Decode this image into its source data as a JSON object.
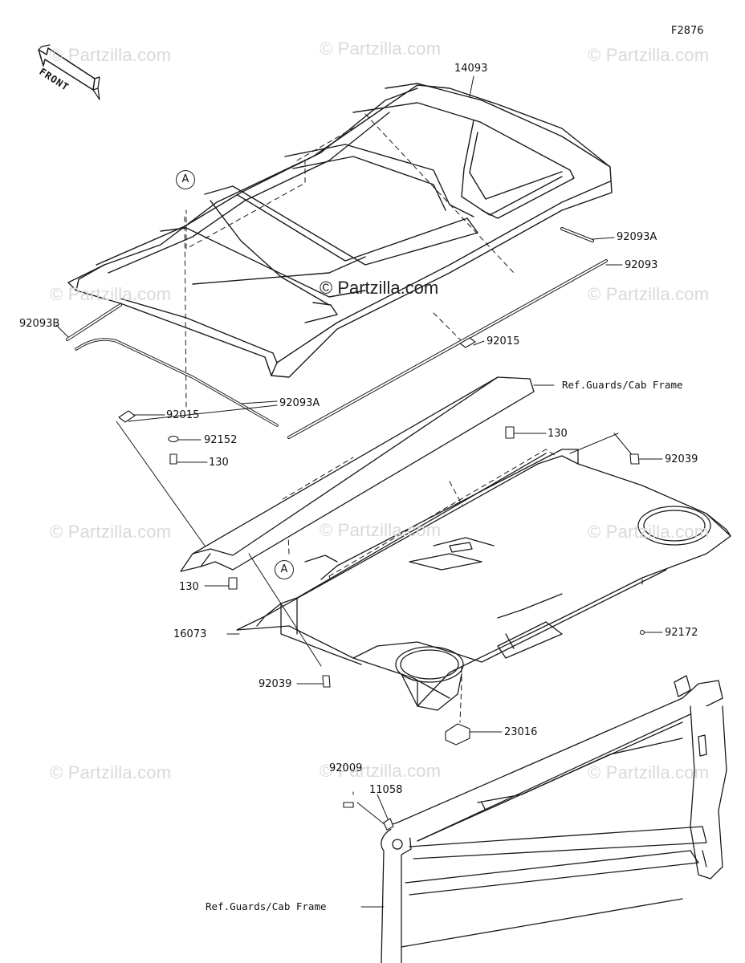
{
  "figure_code": "F2876",
  "front_label": "FRONT",
  "watermark": "© Partzilla.com",
  "watermark_center": "© Partzilla.com",
  "callouts": {
    "A_top": "A",
    "A_bottom": "A"
  },
  "parts": {
    "p14093": "14093",
    "p92093A_top": "92093A",
    "p92093": "92093",
    "p92093B": "92093B",
    "p92093A_bottom": "92093A",
    "p92015_left": "92015",
    "p92152": "92152",
    "p130_left": "130",
    "p92015_right": "92015",
    "ref_top": "Ref.Guards/Cab Frame",
    "p130_right": "130",
    "p92039_right": "92039",
    "p130_lower": "130",
    "p16073": "16073",
    "p92172": "92172",
    "p92039_left": "92039",
    "p23016": "23016",
    "p92009": "92009",
    "p11058": "11058",
    "ref_bottom": "Ref.Guards/Cab Frame"
  }
}
